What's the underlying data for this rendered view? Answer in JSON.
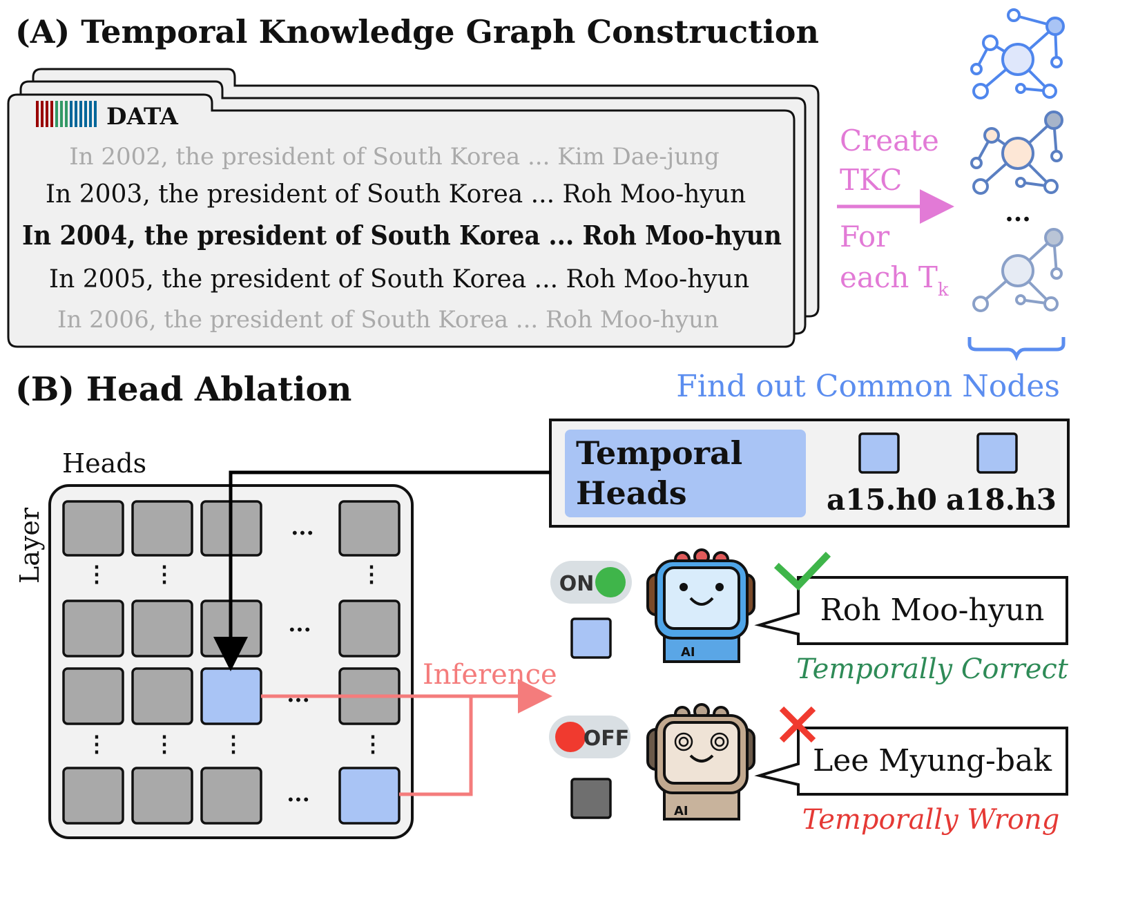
{
  "section_a": {
    "title": "(A) Temporal Knowledge Graph Construction",
    "data_badge": "DATA",
    "sentences": [
      "In 2002, the president of South Korea ... Kim Dae-jung",
      "In 2003, the president of South Korea ... Roh Moo-hyun",
      "In 2004, the president of South Korea ... Roh Moo-hyun",
      "In 2005, the president of South Korea ... Roh Moo-hyun",
      "In 2006, the president of South Korea ... Roh Moo-hyun"
    ],
    "arrow_label": {
      "line1": "Create",
      "line2": "TKC",
      "line3": "For",
      "line4": "each T",
      "subscript": "k"
    },
    "graph_ellipsis": "...",
    "common_nodes": "Find out Common Nodes"
  },
  "section_b": {
    "title": "(B) Head Ablation",
    "heads_label": "Heads",
    "layer_label": "Layer",
    "grid_ellipsis": "...",
    "grid_vdots": "⋮",
    "inference_label": "Inference",
    "temporal_heads": {
      "label_line1": "Temporal",
      "label_line2": "Heads",
      "head1": "a15.h0",
      "head2": "a18.h3"
    },
    "on_toggle": "ON",
    "off_toggle": "OFF",
    "robot_badge": "AI",
    "answer_correct": "Roh Moo-hyun",
    "answer_wrong": "Lee Myung-bak",
    "verdict_correct": "Temporally Correct",
    "verdict_wrong": "Temporally Wrong"
  },
  "colors": {
    "head_gray": "#a9a9a9",
    "head_blue": "#a9c4f5",
    "arrow_pink": "#e27ad6",
    "inference_red": "#f47c7c",
    "common_blue": "#5b8def",
    "correct_green": "#2e8b57",
    "wrong_red": "#e53935"
  }
}
